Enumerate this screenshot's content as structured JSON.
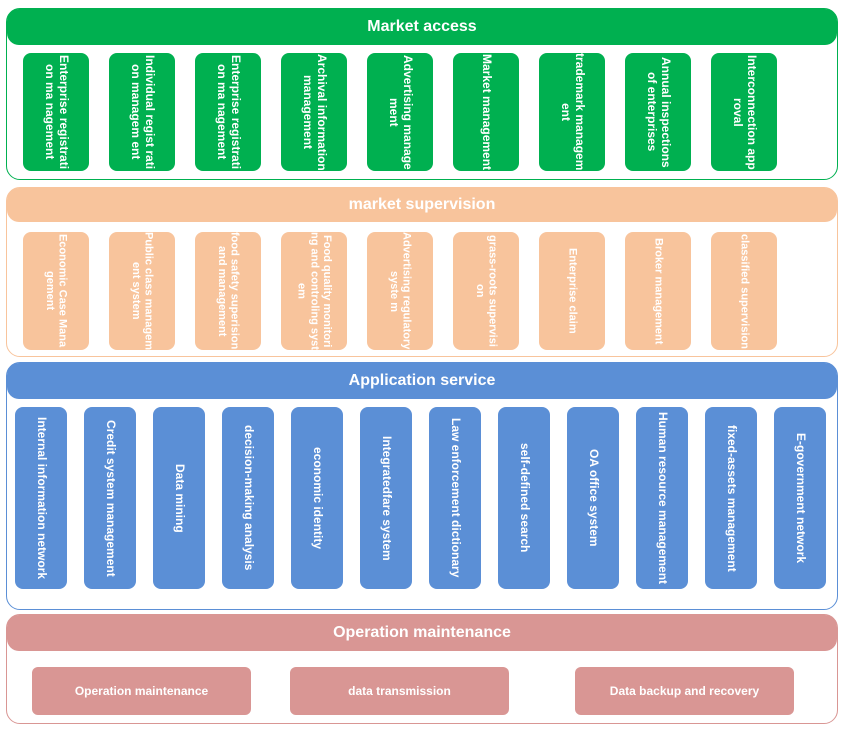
{
  "market_access": {
    "title": "Market access",
    "items": [
      "Enterprise registration ma nagement",
      "Individual regist ration managem ent",
      "Enterprise registration ma nagement",
      "Archival information management",
      "Advertising management",
      "Market management",
      "trademark management",
      "Annual inspections of enterprises",
      "Interconnection approval"
    ]
  },
  "market_supervision": {
    "title": "market supervision",
    "items": [
      "Economic Case Management",
      "Public class management system",
      "food safety superision and management",
      "Food quality monitoring and controling system",
      "Advertising regulatory syste m",
      "grass-roots supervision",
      "Enterprise claim",
      "Broker management",
      "classified supervision"
    ]
  },
  "application_service": {
    "title": "Application service",
    "items": [
      "Internal information network",
      "Credit system management",
      "Data mining",
      "decision-making analysis",
      "economic identity",
      "Integratedfare system",
      "Law enforcement dictionary",
      "self-defined search",
      "OA office system",
      "Human resource management",
      "fixed-assets management",
      "E-government network"
    ]
  },
  "operation_maintenance": {
    "title": "Operation maintenance",
    "items": [
      "Operation maintenance",
      "data transmission",
      "Data backup and recovery"
    ]
  },
  "colors": {
    "market_access": "#00b050",
    "market_supervision": "#f8c49c",
    "application_service": "#5b8fd6",
    "operation_maintenance": "#d99694"
  }
}
